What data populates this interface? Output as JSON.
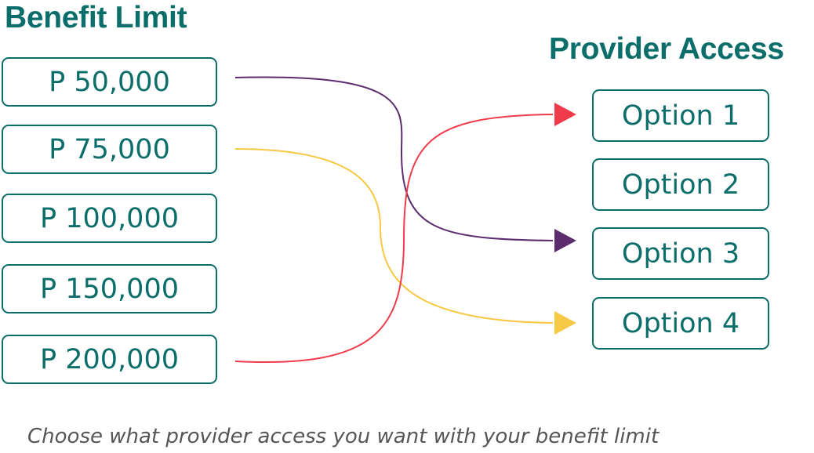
{
  "left_heading": "Benefit Limit",
  "right_heading": "Provider Access",
  "benefit_limits": [
    "P 50,000",
    "P 75,000",
    "P 100,000",
    "P 150,000",
    "P 200,000"
  ],
  "provider_options": [
    "Option 1",
    "Option 2",
    "Option 3",
    "Option 4"
  ],
  "connections": [
    {
      "from": "P 50,000",
      "to": "Option 3",
      "color": "#5b2d6e"
    },
    {
      "from": "P 75,000",
      "to": "Option 4",
      "color": "#f7c843"
    },
    {
      "from": "P 200,000",
      "to": "Option 1",
      "color": "#ef3b4a"
    }
  ],
  "colors": {
    "accent": "#0b6e6a",
    "caption": "#555555"
  },
  "caption": "Choose what provider access you want with your benefit limit"
}
